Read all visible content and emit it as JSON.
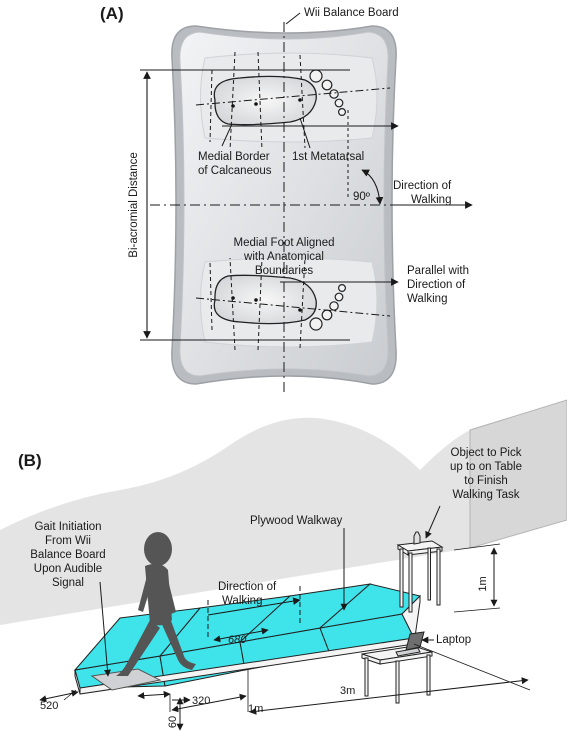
{
  "panel_a": {
    "label": "(A)",
    "wii_balance_board": "Wii Balance Board",
    "bi_acromial": "Bi-acromial Distance",
    "medial_border_1": "Medial Border",
    "medial_border_2": "of Calcaneous",
    "first_metatarsal": "1st Metatarsal",
    "angle": "90º",
    "direction_1": "Direction of",
    "direction_2": "Walking",
    "medial_foot_1": "Medial Foot Aligned",
    "medial_foot_2": "with Anatomical",
    "medial_foot_3": "Boundaries",
    "parallel_1": "Parallel with",
    "parallel_2": "Direction of",
    "parallel_3": "Walking"
  },
  "panel_b": {
    "label": "(B)",
    "object_1": "Object to Pick",
    "object_2": "up to on Table",
    "object_3": "to Finish",
    "object_4": "Walking Task",
    "gait_1": "Gait Initiation",
    "gait_2": "From Wii",
    "gait_3": "Balance Board",
    "gait_4": "Upon Audible",
    "gait_5": "Signal",
    "plywood": "Plywood Walkway",
    "direction_1": "Direction of",
    "direction_2": "Walking",
    "dim_680": "680",
    "dim_1m_table": "1m",
    "laptop": "Laptop",
    "dim_520": "520",
    "dim_320": "320",
    "dim_1m": "1m",
    "dim_3m": "3m",
    "dim_60": "60"
  },
  "colors": {
    "walkway": "#3fe3ea",
    "board": "#d8dadd",
    "figure": "#555555",
    "wall": "#e3e3e3"
  }
}
